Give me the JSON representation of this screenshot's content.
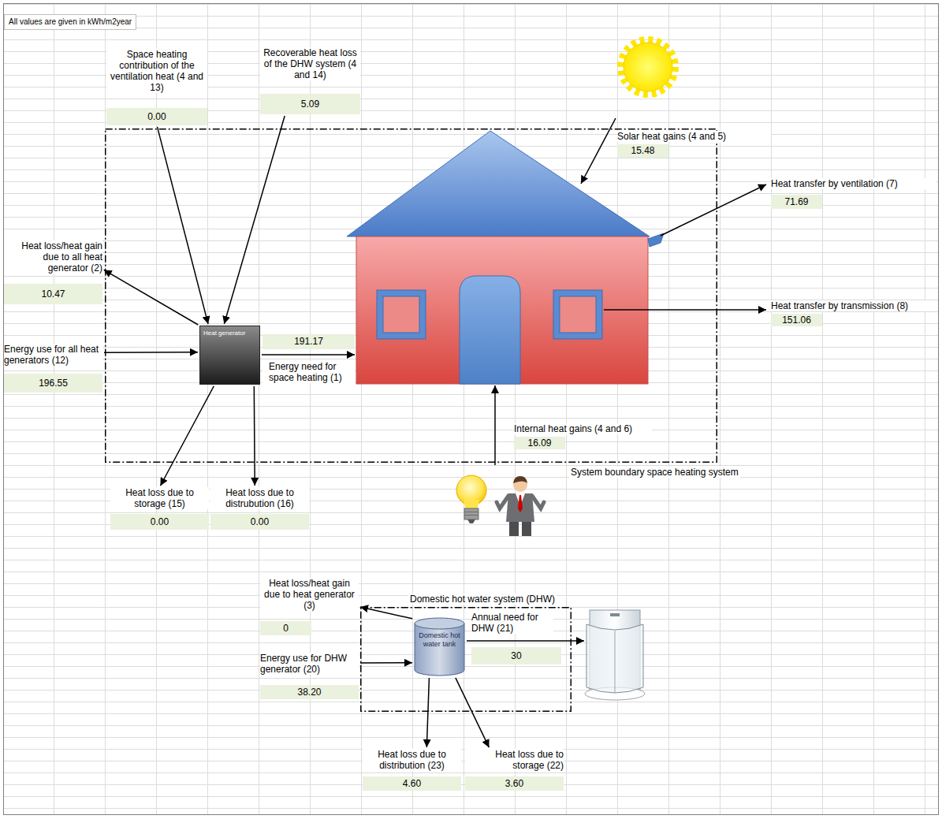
{
  "diagram": {
    "title": "All values are given in kWh/m2year",
    "nodes": [
      {
        "text": [
          "Space heating contribution of the ventilation heat (4 and 13)",
          "0.00"
        ]
      },
      {
        "text": [
          "Recoverable heat loss of the DHW system (4 and 14)",
          "5.09"
        ]
      },
      {
        "text": [
          "System boundary space heating system"
        ]
      },
      {
        "text": [
          "Solar heat gains (4 and 5)",
          "15.48"
        ],
        "in": 2
      },
      {
        "text": [
          "Heat transfer by ventilation (7)",
          "71.69"
        ]
      },
      {
        "text": [
          "Heat loss/heat gain due to all heat generator (2)",
          "10.47"
        ]
      },
      {
        "text": [
          "Heat transfer by transmission (8)",
          "151.06"
        ]
      },
      {
        "text": [
          "Heat generator"
        ],
        "in": 2
      },
      {
        "text": [
          "191.17",
          "Energy need for space heating (1)"
        ],
        "in": 2
      },
      {
        "text": [
          "Energy use for all heat generators (12)",
          "196.55"
        ]
      },
      {
        "text": [
          "Internal heat gains (4 and 6)",
          "16.09"
        ],
        "in": 2
      },
      {
        "text": [
          "Heat loss due to storage (15)",
          "0.00"
        ]
      },
      {
        "text": [
          "Heat loss due to distrubution (16)",
          "0.00"
        ]
      },
      {
        "text": [
          "Domestic hot water system (DHW)"
        ]
      },
      {
        "text": [
          "Heat loss/heat gain due to heat generator (3)",
          "0"
        ]
      },
      {
        "text": [
          "Domestic hot water tank"
        ],
        "in": 13
      },
      {
        "text": [
          "Annual need for DHW (21)",
          "30"
        ],
        "in": 13
      },
      {
        "text": [
          "Energy use for DHW generator (20)",
          "38.20"
        ]
      },
      {
        "text": [
          "Heat loss due to distribution (23)",
          "4.60"
        ]
      },
      {
        "text": [
          "Heat loss due to storage (22)",
          "3.60"
        ]
      }
    ],
    "edges": [
      {
        "from": 0,
        "to": 7,
        "arrow": "to"
      },
      {
        "from": 1,
        "to": 7,
        "arrow": "to"
      },
      {
        "from": 7,
        "to": 5,
        "arrow": "to"
      },
      {
        "from": 9,
        "to": 7,
        "arrow": "to"
      },
      {
        "from": 7,
        "to": 11,
        "arrow": "to"
      },
      {
        "from": 7,
        "to": 12,
        "arrow": "to"
      },
      {
        "from": 15,
        "to": 14,
        "arrow": "to"
      },
      {
        "from": 17,
        "to": 15,
        "arrow": "to"
      },
      {
        "from": 15,
        "to": 18,
        "arrow": "to"
      },
      {
        "from": 15,
        "to": 19,
        "arrow": "to"
      }
    ]
  }
}
